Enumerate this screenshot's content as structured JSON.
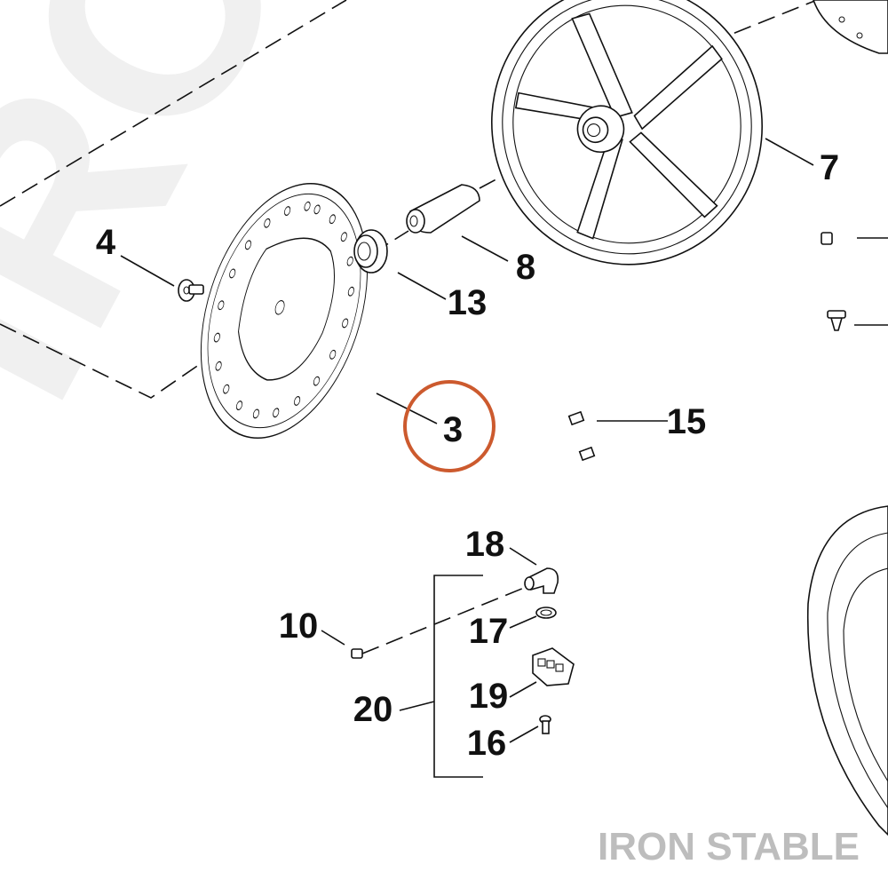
{
  "diagram": {
    "callouts": {
      "c3": "3",
      "c4": "4",
      "c7": "7",
      "c8": "8",
      "c10": "10",
      "c13": "13",
      "c15": "15",
      "c16": "16",
      "c17": "17",
      "c18": "18",
      "c19": "19",
      "c20": "20"
    },
    "highlight_color": "#cc5a2e",
    "watermark": {
      "big_letters": "IRON",
      "brand": "IRON STABLE"
    }
  }
}
